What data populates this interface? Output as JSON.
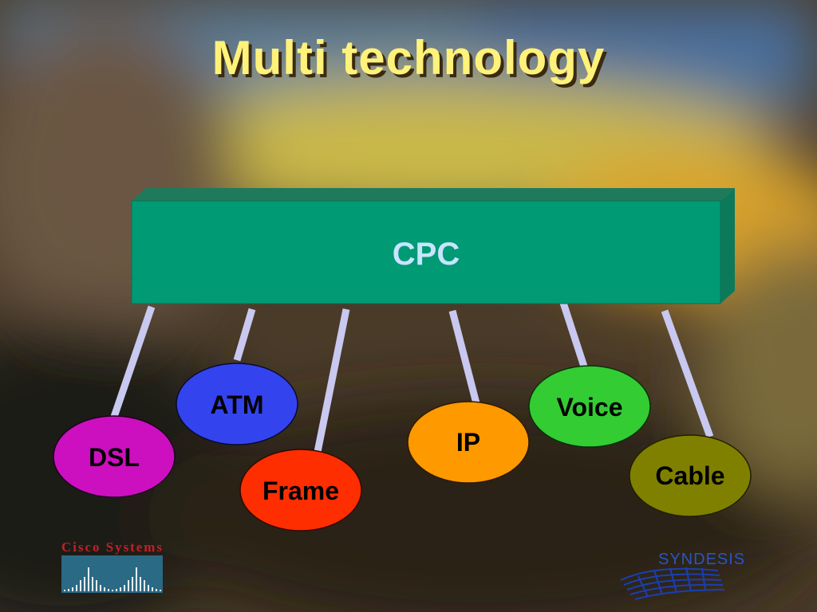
{
  "slide": {
    "title": "Multi technology"
  },
  "hub": {
    "label": "CPC",
    "color": "#009a74",
    "label_color": "#c8e4ff"
  },
  "nodes": [
    {
      "id": "atm",
      "label": "ATM",
      "color": "#3344ee"
    },
    {
      "id": "dsl",
      "label": "DSL",
      "color": "#cc10c0"
    },
    {
      "id": "frame",
      "label": "Frame",
      "color": "#ff2e00"
    },
    {
      "id": "ip",
      "label": "IP",
      "color": "#ff9900"
    },
    {
      "id": "voice",
      "label": "Voice",
      "color": "#33cc33"
    },
    {
      "id": "cable",
      "label": "Cable",
      "color": "#808000"
    }
  ],
  "connector_color": "#c8c8f0",
  "logos": {
    "left": {
      "text": "Cisco Systems",
      "color": "#c0202a"
    },
    "right": {
      "text": "SYNDESIS",
      "color": "#2a55c0"
    }
  }
}
